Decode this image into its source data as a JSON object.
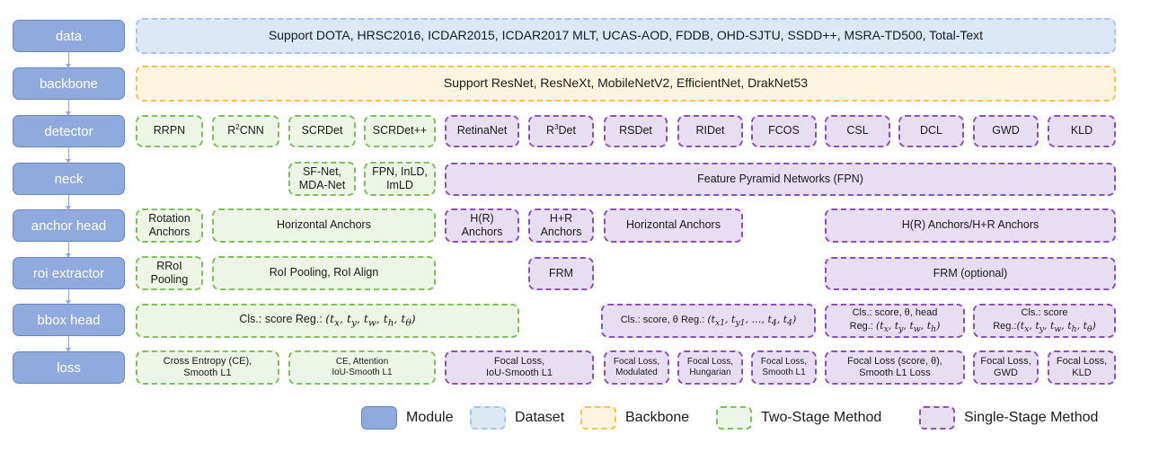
{
  "modules": [
    "data",
    "backbone",
    "detector",
    "neck",
    "anchor head",
    "roi extractor",
    "bbox head",
    "loss"
  ],
  "data_row": "Support DOTA, HRSC2016, ICDAR2015, ICDAR2017 MLT, UCAS-AOD, FDDB, OHD-SJTU, SSDD++, MSRA-TD500, Total-Text",
  "backbone_row": "Support ResNet, ResNeXt, MobileNetV2, EfficientNet, DrakNet53",
  "detector": {
    "rrpn": "RRPN",
    "r2cnn": "CNN",
    "scrdet": "SCRDet",
    "scrdetpp": "SCRDet++",
    "retinanet": "RetinaNet",
    "r3det": "Det",
    "rsdet": "RSDet",
    "ridet": "RIDet",
    "fcos": "FCOS",
    "csl": "CSL",
    "dcl": "DCL",
    "gwd": "GWD",
    "kld": "KLD"
  },
  "neck": {
    "sfnet_1": "SF-Net,",
    "sfnet_2": "MDA-Net",
    "fpn_1": "FPN, InLD,",
    "fpn_2": "ImLD",
    "fpn_full": "Feature Pyramid Networks (FPN)"
  },
  "anchor": {
    "rot_1": "Rotation",
    "rot_2": "Anchors",
    "horiz_green": "Horizontal Anchors",
    "hr_1": "H(R)",
    "hr_2": "Anchors",
    "hpr_1": "H+R",
    "hpr_2": "Anchors",
    "horiz_purple": "Horizontal Anchors",
    "hr_hpr": "H(R) Anchors/H+R Anchors"
  },
  "roi": {
    "rroi_1": "RRoI",
    "rroi_2": "Pooling",
    "pool_align": "RoI Pooling, RoI Align",
    "frm": "FRM",
    "frm_opt": "FRM (optional)"
  },
  "bbox": {
    "g_cls": "Cls.: score  Reg.:",
    "p1_cls": "Cls.: score, θ  Reg.:",
    "p2_l1": "Cls.: score, θ, head",
    "p2_reg": "Reg.:",
    "p3_l1": "Cls.: score",
    "p3_reg": "Reg.:"
  },
  "loss": {
    "ce_1": "Cross Entropy (CE),",
    "ce_2": "Smooth L1",
    "att_1": "CE, Attention",
    "att_2": "IoU-Smooth L1",
    "focal_iou_1": "Focal Loss,",
    "focal_iou_2": "IoU-Smooth L1",
    "mod_1": "Focal Loss,",
    "mod_2": "Modulated",
    "hung_1": "Focal Loss,",
    "hung_2": "Hungarian",
    "sm_1": "Focal Loss,",
    "sm_2": "Smooth L1",
    "theta_1": "Focal Loss (score, θ),",
    "theta_2": "Smooth L1 Loss",
    "gwd_1": "Focal Loss,",
    "gwd_2": "GWD",
    "kld_1": "Focal Loss,",
    "kld_2": "KLD"
  },
  "legend": {
    "module": "Module",
    "dataset": "Dataset",
    "backbone": "Backbone",
    "two_stage": "Two-Stage Method",
    "single_stage": "Single-Stage Method"
  },
  "colors": {
    "module": "#8faadc",
    "dataset_fill": "#dde8f6",
    "dataset_border": "#a9c4e7",
    "backbone_fill": "#fff5de",
    "backbone_border": "#f4c44c",
    "two_stage_fill": "#edf5e6",
    "two_stage_border": "#7fbf5c",
    "single_stage_fill": "#e7dff1",
    "single_stage_border": "#8a52b6"
  }
}
